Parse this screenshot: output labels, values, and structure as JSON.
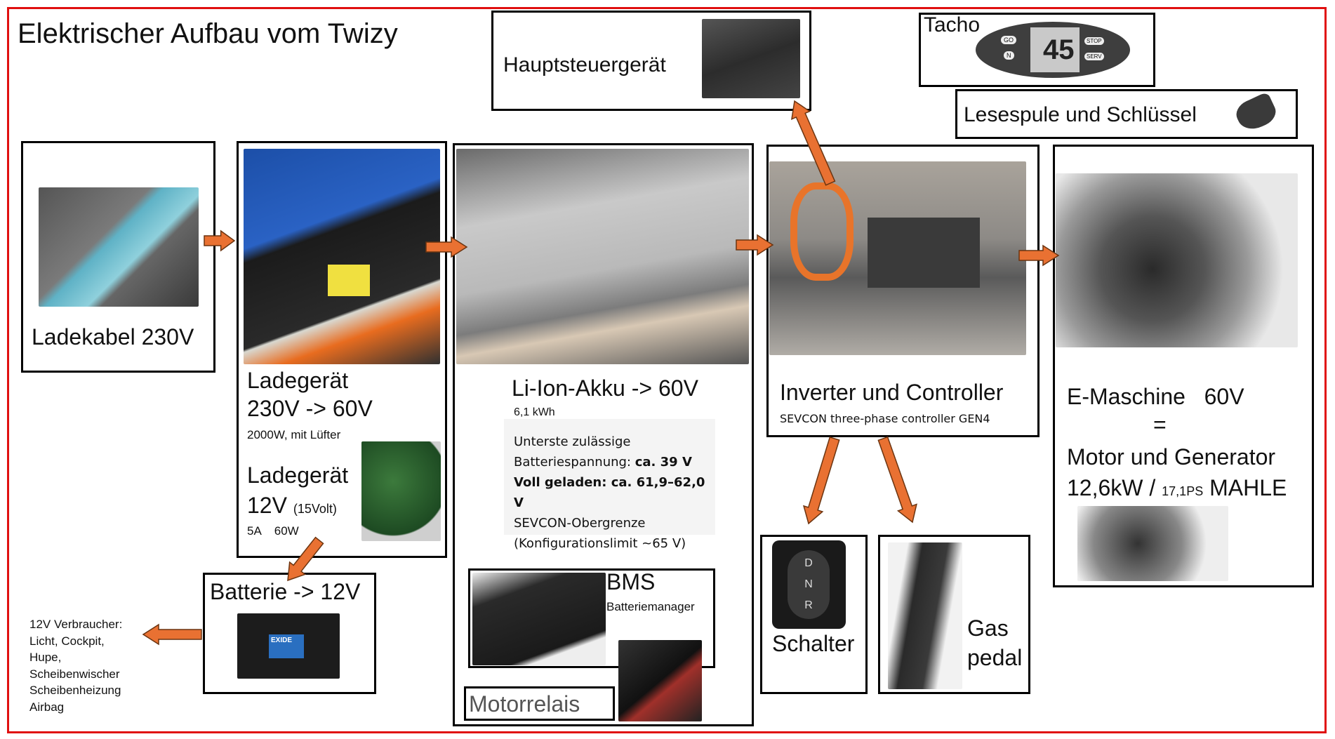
{
  "title": "Elektrischer Aufbau vom Twizy",
  "colors": {
    "frame": "#e01010",
    "arrow_fill": "#e97132",
    "arrow_stroke": "#6b3410"
  },
  "ladekabel": {
    "label": "Ladekabel 230V"
  },
  "ladegeraet": {
    "l1": "Ladegerät",
    "l2": "230V -> 60V",
    "l3": "2000W,  mit Lüfter",
    "l4": "Ladegerät",
    "l5": "12V",
    "l5_small": "(15Volt)",
    "l6": "5A    60W"
  },
  "akku": {
    "label": "Li-Ion-Akku -> 60V",
    "capacity": "6,1 kWh",
    "info": {
      "line1": "Unterste zulässige",
      "line2a": "Batteriespannung: ",
      "line2b": "ca. 39 V",
      "line3": "Voll geladen: ca. 61,9–62,0 V",
      "line4": "SEVCON-Obergrenze",
      "line5": "(Konfigurationslimit ~65 V)"
    }
  },
  "bms": {
    "label": "BMS",
    "sub": "Batteriemanager"
  },
  "motorrelais": {
    "label": "Motorrelais"
  },
  "hauptsteuer": {
    "label": "Hauptsteuergerät"
  },
  "tacho": {
    "label": "Tacho",
    "display": "45",
    "buttons": [
      "GO",
      "N",
      "STOP",
      "SERV"
    ]
  },
  "lesespule": {
    "label": "Lesespule und Schlüssel"
  },
  "inverter": {
    "label": "Inverter und Controller",
    "sub": "SEVCON three-phase controller GEN4"
  },
  "emaschine": {
    "l1": "E-Maschine   60V",
    "l2": "=",
    "l3": "Motor und Generator",
    "l4a": "12,6kW / ",
    "l4b": "17,1PS",
    "l4c": " MAHLE"
  },
  "batterie": {
    "label": "Batterie -> 12V",
    "brand": "EXIDE"
  },
  "verbraucher": {
    "lines": [
      "12V Verbraucher:",
      "Licht, Cockpit,",
      "Hupe,",
      "Scheibenwischer",
      "Scheibenheizung",
      "Airbag"
    ]
  },
  "schalter": {
    "label": "Schalter",
    "gears": [
      "D",
      "N",
      "R"
    ]
  },
  "gaspedal": {
    "l1": "Gas",
    "l2": "pedal"
  }
}
